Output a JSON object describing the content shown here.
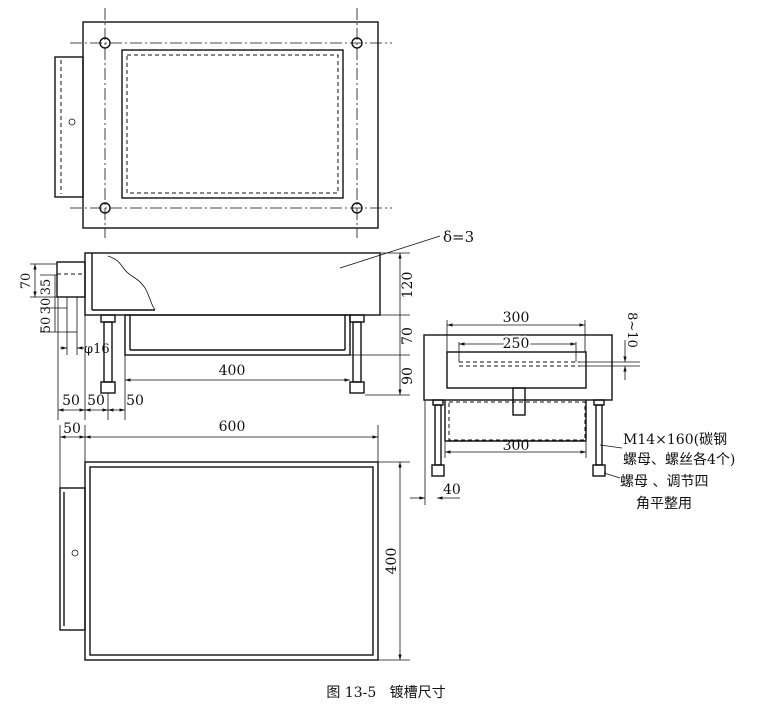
{
  "caption": "图 13-5   镀槽尺寸",
  "labels": {
    "thickness": "δ=3",
    "dim_70": "70",
    "dim_35": "35",
    "dim_30": "30",
    "dim_50_left": "50",
    "dia_16": "φ16",
    "dim_120": "120",
    "dim_70_right": "70",
    "dim_90": "90",
    "dim_400_front": "400",
    "dim_50_a": "50",
    "dim_50_b": "50",
    "dim_50_c": "50",
    "dim_50_plan": "50",
    "dim_600": "600",
    "dim_400_plan": "400",
    "side_300_top": "300",
    "side_250": "250",
    "side_300_bottom": "300",
    "side_40": "40",
    "side_8_10": "8~10",
    "bolt_note_1": "M14×160(碳钢",
    "bolt_note_2": "螺母、螺丝各4个)",
    "nut_note_1": "螺母 、调节四",
    "nut_note_2": "角平整用"
  }
}
